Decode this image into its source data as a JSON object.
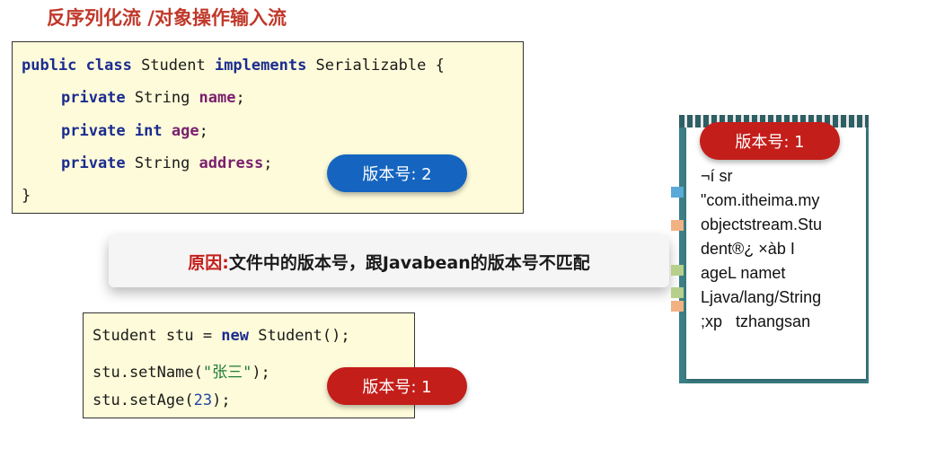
{
  "title": "反序列化流 /对象操作输入流",
  "code1": {
    "l1_kw": "public class",
    "l1_name": " Student ",
    "l1_impl": "implements",
    "l1_rest": " Serializable {",
    "l2_kw": "private",
    "l2_type": " String ",
    "l2_field": "name",
    "l2_end": ";",
    "l3_kw": "private int",
    "l3_sp": " ",
    "l3_field": "age",
    "l3_end": ";",
    "l4_kw": "private",
    "l4_type": " String ",
    "l4_field": "address",
    "l4_end": ";",
    "l5": "}"
  },
  "code2": {
    "l1_a": "Student stu = ",
    "l1_kw": "new",
    "l1_b": " Student();",
    "l2_a": "stu.setName(",
    "l2_str": "\"张三\"",
    "l2_b": ");",
    "l3_a": "stu.setAge(",
    "l3_num": "23",
    "l3_b": ");"
  },
  "version_badges": {
    "class_version": "版本号: 2",
    "object_version": "版本号: 1",
    "file_version": "版本号: 1"
  },
  "reason": {
    "label": "原因:",
    "text": " 文件中的版本号，跟Javabean的版本号不匹配"
  },
  "notebook": {
    "lines": [
      "¬í sr",
      "\"com.itheima.my",
      "objectstream.Stu",
      "dent®¿ ×àb I",
      "ageL namet",
      "Ljava/lang/String",
      ";xp   tzhangsan"
    ]
  },
  "colors": {
    "title": "#c0392b",
    "code_bg": "#fdfbd9",
    "pill_blue": "#1565c0",
    "pill_red": "#c41e1a",
    "notebook": "#3c7f86"
  }
}
